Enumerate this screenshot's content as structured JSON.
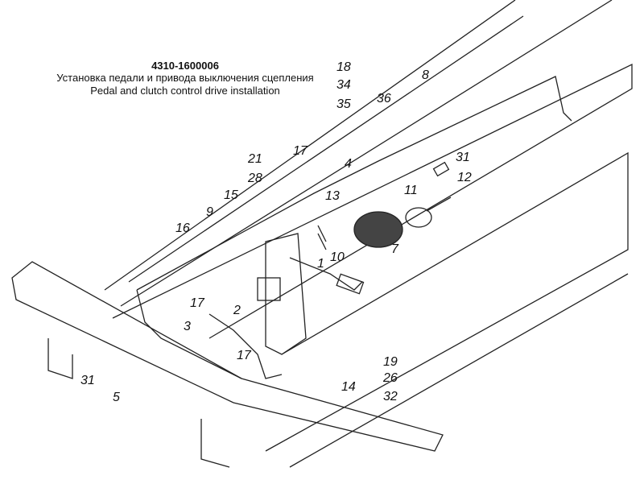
{
  "title": {
    "code": "4310-1600006",
    "ru": "Установка педали и привода выключения сцепления",
    "en": "Pedal and clutch control drive installation"
  },
  "labels": [
    "18",
    "34",
    "35",
    "36",
    "8",
    "17",
    "4",
    "31",
    "21",
    "28",
    "15",
    "13",
    "11",
    "12",
    "9",
    "16",
    "10",
    "1",
    "7",
    "17",
    "2",
    "3",
    "17",
    "19",
    "26",
    "32",
    "14",
    "31",
    "5"
  ]
}
